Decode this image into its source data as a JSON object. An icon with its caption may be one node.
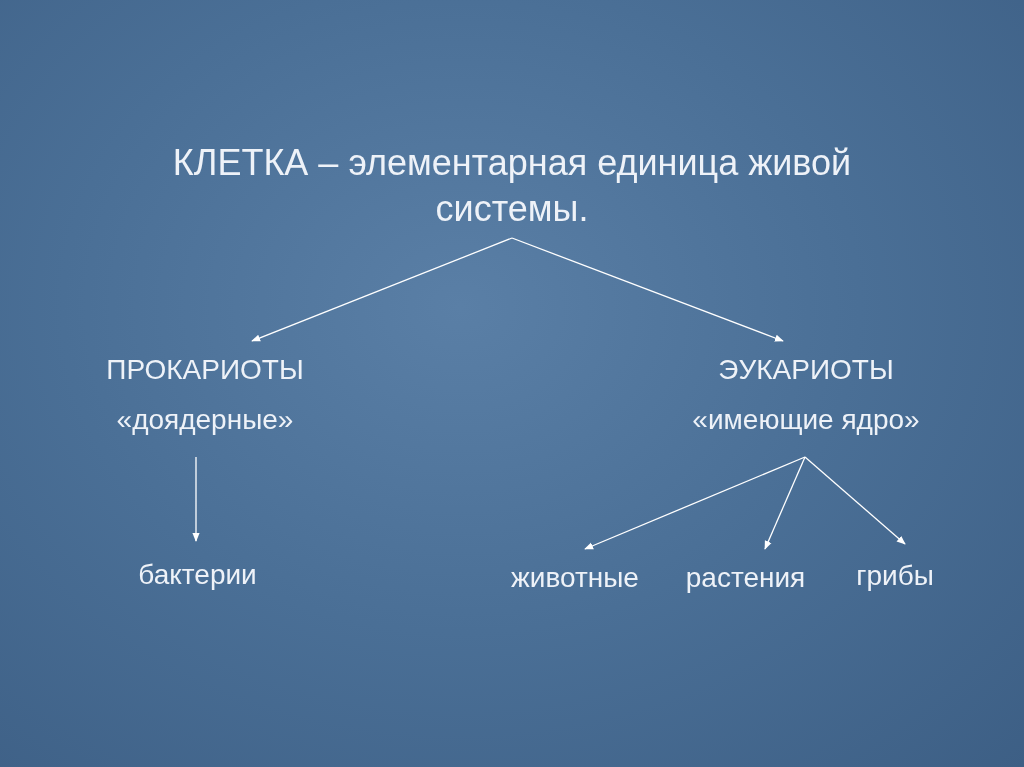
{
  "diagram": {
    "nodes": [
      {
        "text": [
          "КЛЕТКА – элементарная единица живой системы."
        ]
      },
      {
        "text": [
          "ПРОКАРИОТЫ",
          "«доядерные»"
        ]
      },
      {
        "text": [
          "ЭУКАРИОТЫ",
          "«имеющие ядро»"
        ]
      },
      {
        "text": [
          "бактерии"
        ]
      },
      {
        "text": [
          "животные"
        ]
      },
      {
        "text": [
          "растения"
        ]
      },
      {
        "text": [
          "грибы"
        ]
      }
    ],
    "edges": [
      {
        "from": 0,
        "to": 1,
        "arrow": "to"
      },
      {
        "from": 0,
        "to": 2,
        "arrow": "to"
      },
      {
        "from": 1,
        "to": 3,
        "arrow": "to"
      },
      {
        "from": 2,
        "to": 4,
        "arrow": "to"
      },
      {
        "from": 2,
        "to": 5,
        "arrow": "to"
      },
      {
        "from": 2,
        "to": 6,
        "arrow": "to"
      }
    ]
  }
}
